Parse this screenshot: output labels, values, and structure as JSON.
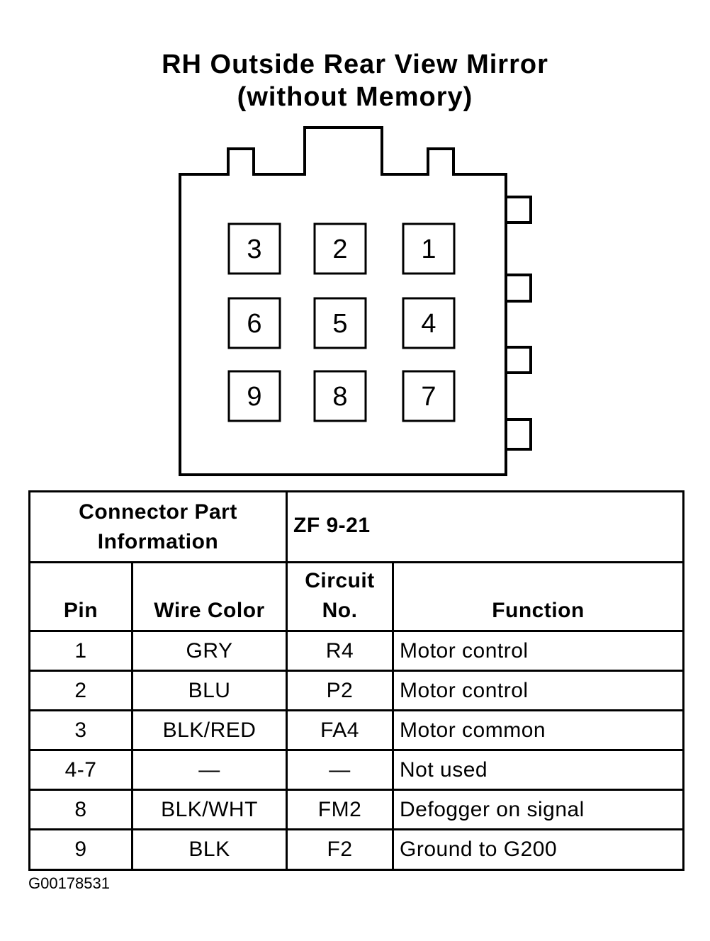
{
  "title": {
    "line1": "RH Outside Rear View Mirror",
    "line2": "(without Memory)"
  },
  "connector": {
    "pins": [
      [
        "3",
        "2",
        "1"
      ],
      [
        "6",
        "5",
        "4"
      ],
      [
        "9",
        "8",
        "7"
      ]
    ]
  },
  "table": {
    "part_info_label_line1": "Connector Part",
    "part_info_label_line2": "Information",
    "part_info_value": "ZF 9-21",
    "headers": {
      "pin": "Pin",
      "wire_color": "Wire Color",
      "circuit_line1": "Circuit",
      "circuit_line2": "No.",
      "function": "Function"
    },
    "rows": [
      {
        "pin": "1",
        "wire": "GRY",
        "circuit": "R4",
        "function": "Motor control"
      },
      {
        "pin": "2",
        "wire": "BLU",
        "circuit": "P2",
        "function": "Motor control"
      },
      {
        "pin": "3",
        "wire": "BLK/RED",
        "circuit": "FA4",
        "function": "Motor common"
      },
      {
        "pin": "4-7",
        "wire": "—",
        "circuit": "—",
        "function": "Not used"
      },
      {
        "pin": "8",
        "wire": "BLK/WHT",
        "circuit": "FM2",
        "function": "Defogger on signal"
      },
      {
        "pin": "9",
        "wire": "BLK",
        "circuit": "F2",
        "function": "Ground to G200"
      }
    ]
  },
  "figure_code": "G00178531"
}
